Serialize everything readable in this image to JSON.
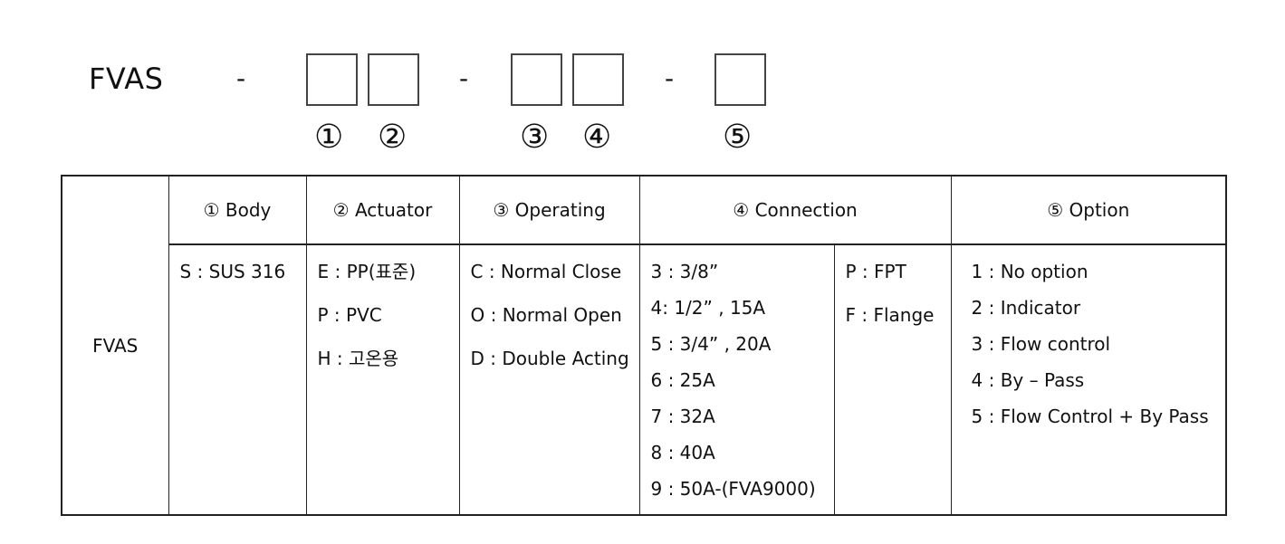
{
  "code": {
    "prefix": "FVAS",
    "separator": "-",
    "markers": [
      "①",
      "②",
      "③",
      "④",
      "⑤"
    ]
  },
  "table": {
    "brand": "FVAS",
    "headers": [
      "① Body",
      "② Actuator",
      "③ Operating",
      "④ Connection",
      "⑤ Option"
    ],
    "body": [
      "S : SUS 316"
    ],
    "actuator": [
      "E : PP(표준)",
      "P : PVC",
      "H : 고온용"
    ],
    "operating": [
      "C : Normal Close",
      "O : Normal Open",
      "D : Double Acting"
    ],
    "connection_size": [
      "3 : 3/8”",
      "4: 1/2” , 15A",
      "5 : 3/4” , 20A",
      "6 : 25A",
      "7 : 32A",
      "8 : 40A",
      "9 : 50A-(FVA9000)"
    ],
    "connection_type": [
      "P : FPT",
      "F : Flange"
    ],
    "option": [
      "1 : No option",
      "2 : Indicator",
      "3 : Flow control",
      "4 : By – Pass",
      "5 : Flow Control + By Pass"
    ]
  }
}
